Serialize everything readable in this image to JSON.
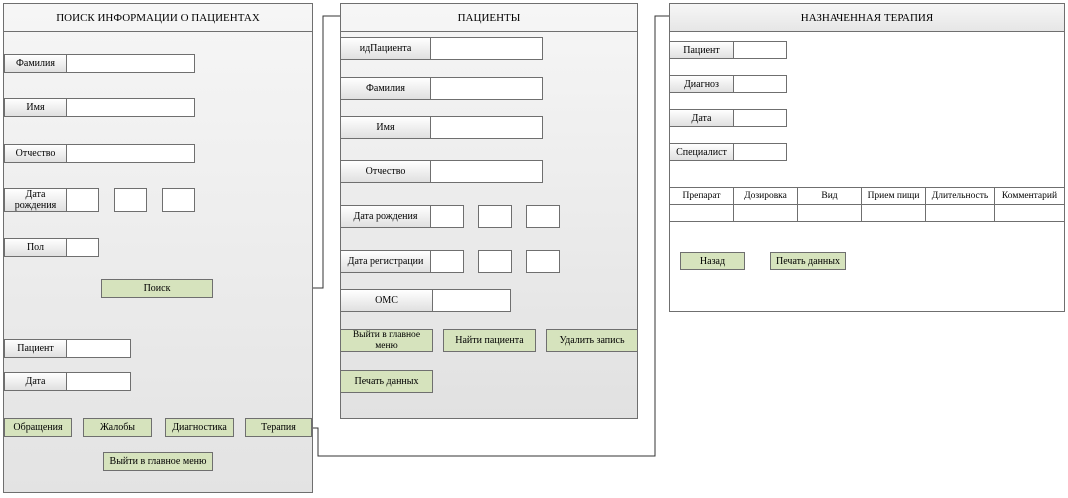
{
  "search": {
    "title": "ПОИСК ИНФОРМАЦИИ О ПАЦИЕНТАХ",
    "surname": "Фамилия",
    "name": "Имя",
    "patronymic": "Отчество",
    "birth_date": "Дата рождения",
    "gender": "Пол",
    "search_button": "Поиск",
    "patient": "Пациент",
    "date": "Дата",
    "visits_button": "Обращения",
    "complaints_button": "Жалобы",
    "diagnostics_button": "Диагностика",
    "therapy_button": "Терапия",
    "main_menu_button": "Выйти в главное меню"
  },
  "patients": {
    "title": "ПАЦИЕНТЫ",
    "patient_id": "идПациента",
    "surname": "Фамилия",
    "name": "Имя",
    "patronymic": "Отчество",
    "birth_date": "Дата рождения",
    "registration_date": "Дата регистрации",
    "oms": "ОМС",
    "main_menu_button": "Выйти в главное меню",
    "find_button": "Найти пациента",
    "delete_button": "Удалить запись",
    "print_button": "Печать данных"
  },
  "therapy": {
    "title": "НАЗНАЧЕННАЯ ТЕРАПИЯ",
    "patient": "Пациент",
    "diagnosis": "Диагноз",
    "date": "Дата",
    "specialist": "Специалист",
    "columns": [
      "Препарат",
      "Дозировка",
      "Вид",
      "Прием пищи",
      "Длительность",
      "Комментарий"
    ],
    "back_button": "Назад",
    "print_button": "Печать данных"
  }
}
